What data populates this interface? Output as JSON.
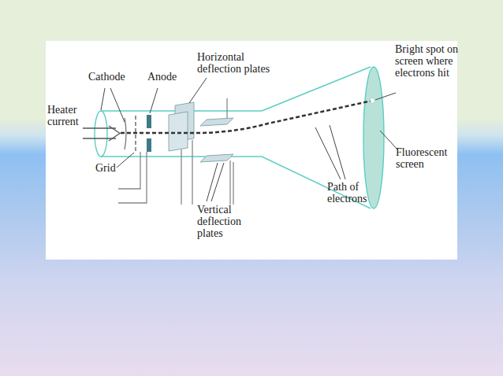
{
  "diagram": {
    "labels": [
      "Cathode",
      "Anode",
      "Horizontal deflection plates",
      "Heater current",
      "Grid",
      "Vertical deflection plates",
      "Path of electrons",
      "Bright spot on screen where electrons hit",
      "Fluorescent screen"
    ]
  }
}
